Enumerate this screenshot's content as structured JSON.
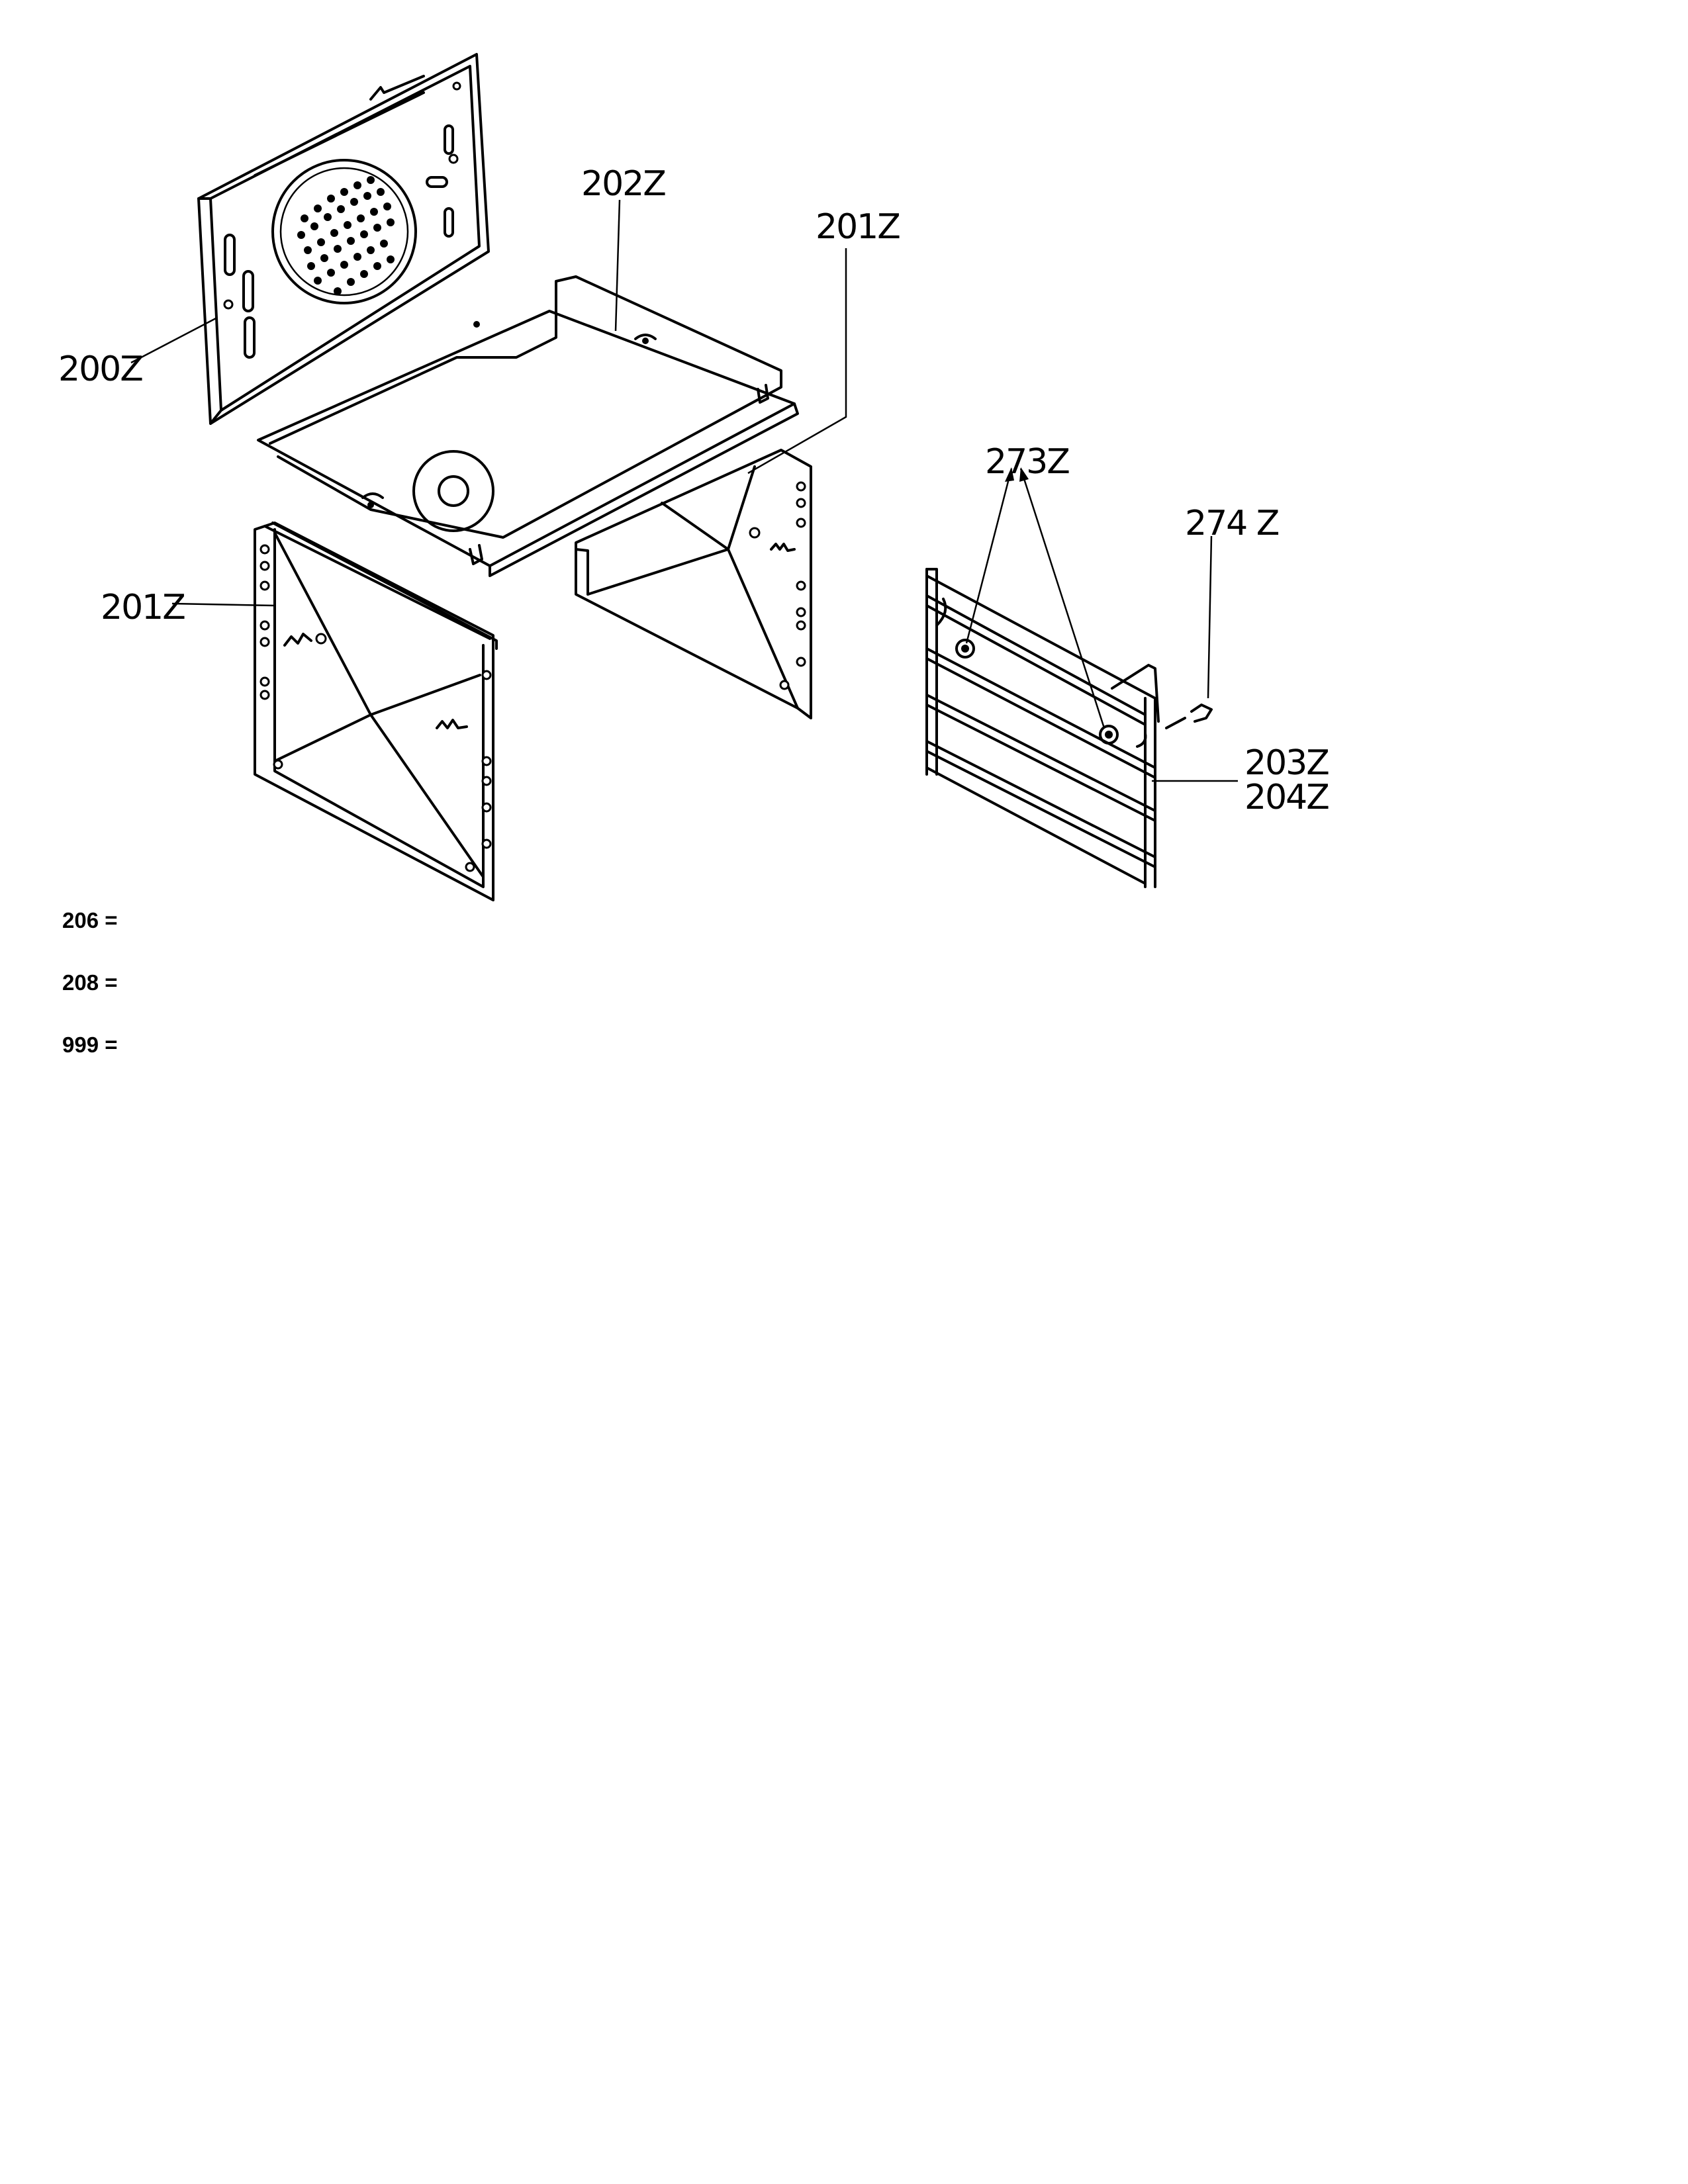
{
  "callouts": {
    "c200": "200Z",
    "c202": "202Z",
    "c201a": "201Z",
    "c201b": "201Z",
    "c273": "273Z",
    "c274": "274 Z",
    "c203": "203Z",
    "c204": "204Z"
  },
  "legend": [
    {
      "code": "206 ="
    },
    {
      "code": "208 ="
    },
    {
      "code": "999 ="
    }
  ]
}
